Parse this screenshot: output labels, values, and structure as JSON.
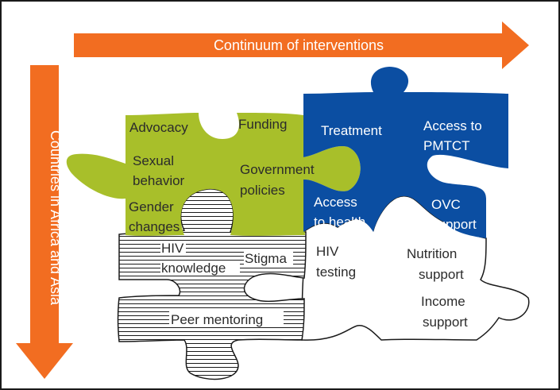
{
  "colors": {
    "arrow": "#f26d21",
    "green_piece": "#a8bf2a",
    "blue_piece": "#0b4ea2",
    "hatch_stroke": "#1a1a1a",
    "outline": "#1a1a1a"
  },
  "arrows": {
    "horizontal_label": "Continuum of interventions",
    "vertical_label": "Countries in Africa and Asia"
  },
  "green_piece": {
    "advocacy": "Advocacy",
    "sexual_behavior": [
      "Sexual",
      "behavior"
    ],
    "gender_changes": [
      "Gender",
      "changes"
    ],
    "funding": "Funding",
    "government_policies": [
      "Government",
      "policies"
    ]
  },
  "blue_piece": {
    "treatment": "Treatment",
    "access_pmtct": [
      "Access to",
      "PMTCT"
    ],
    "access_health": [
      "Access",
      "to health"
    ],
    "ovc_support": [
      "OVC",
      "support"
    ]
  },
  "hatched_piece": {
    "hiv_knowledge": [
      "HIV",
      "knowledge"
    ],
    "stigma": "Stigma",
    "peer_mentoring": "Peer mentoring"
  },
  "white_piece": {
    "hiv_testing": [
      "HIV",
      "testing"
    ],
    "nutrition_support": [
      "Nutrition",
      "support"
    ],
    "income_support": [
      "Income",
      "support"
    ]
  }
}
